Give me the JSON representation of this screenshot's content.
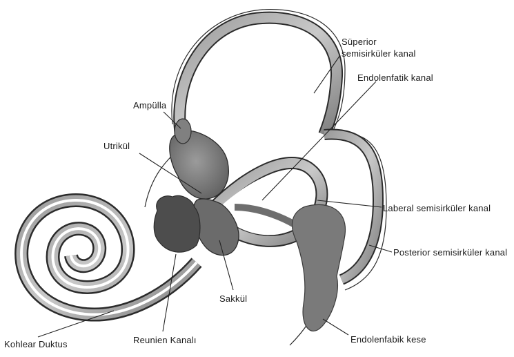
{
  "diagram": {
    "labels": {
      "superior_line1": "Süperior",
      "superior_line2": "semisirküler kanal",
      "endolymphatic_duct": "Endolenfatik kanal",
      "ampulla": "Ampülla",
      "utricle": "Utrikül",
      "lateral_canal": "Laberal semisirküler kanal",
      "posterior_canal": "Posterior semisirküler kanal",
      "saccule": "Sakkül",
      "cochlear_duct": "Kohlear Duktus",
      "reunien_canal": "Reunien Kanalı",
      "endolymphatic_sac": "Endolenfabik kese"
    },
    "colors": {
      "tissue_dark": "#5a5a5a",
      "tissue_mid": "#8a8a8a",
      "tissue_light": "#b9b9b9",
      "outline": "#2b2b2b",
      "background": "#ffffff"
    }
  }
}
